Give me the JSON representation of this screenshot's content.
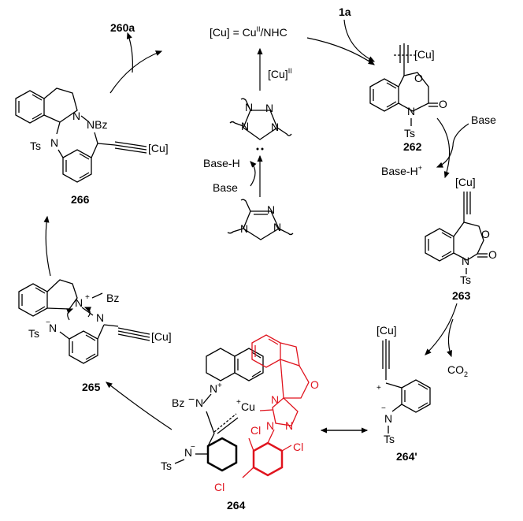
{
  "catalyst_label": "[Cu] = Cu",
  "catalyst_sup": "II",
  "catalyst_suffix": "/NHC",
  "cu_ii": "[Cu]",
  "cu_ii_sup": "II",
  "base_h": "Base-H",
  "base": "Base",
  "base_right": "Base",
  "base_h_plus": "Base-H",
  "plus": "+",
  "co2": "CO",
  "co2_sub": "2",
  "reagent_1a": "1a",
  "product_260a": "260a",
  "cu": "[Cu]",
  "o": "O",
  "n": "N",
  "ts": "Ts",
  "bz": "Bz",
  "nbz": "NBz",
  "cl": "Cl",
  "cu_plus": "Cu",
  "compounds": [
    "262",
    "263",
    "264'",
    "264",
    "265",
    "266"
  ],
  "colors": {
    "ligand": "#e0141e",
    "ink": "#000000"
  }
}
